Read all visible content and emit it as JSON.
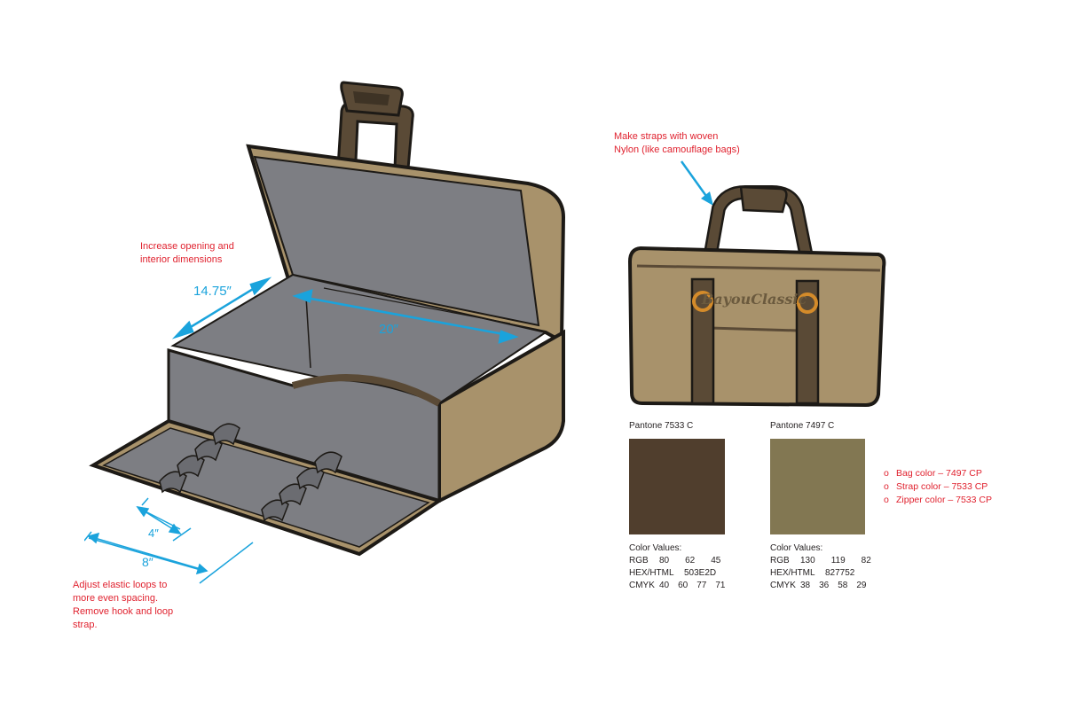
{
  "notes": {
    "opening": [
      "Increase opening and",
      "interior dimensions"
    ],
    "straps": [
      "Make straps with woven",
      "Nylon (like camouflage bags)"
    ],
    "elastic": [
      "Adjust elastic loops to",
      "more even spacing.",
      "Remove hook and loop",
      "strap."
    ]
  },
  "dimensions": {
    "depth": "14.75″",
    "width": "20″",
    "loop_small": "4″",
    "loop_large": "8″"
  },
  "bag_logo": "BayouClassic",
  "swatches": [
    {
      "name": "Pantone 7533 C",
      "color": "#503E2D",
      "values_title": "Color Values:",
      "rgb_label": "RGB",
      "rgb": [
        "80",
        "62",
        "45"
      ],
      "hex_label": "HEX/HTML",
      "hex": "503E2D",
      "cmyk_label": "CMYK",
      "cmyk": [
        "40",
        "60",
        "77",
        "71"
      ]
    },
    {
      "name": "Pantone 7497 C",
      "color": "#827752",
      "values_title": "Color Values:",
      "rgb_label": "RGB",
      "rgb": [
        "130",
        "119",
        "82"
      ],
      "hex_label": "HEX/HTML",
      "hex": "827752",
      "cmyk_label": "CMYK",
      "cmyk": [
        "38",
        "36",
        "58",
        "29"
      ]
    }
  ],
  "color_list": {
    "bullet": "o",
    "items": [
      "Bag color – 7497 CP",
      "Strap color – 7533 CP",
      "Zipper color – 7533 CP"
    ]
  },
  "colors": {
    "annotation_red": "#e0222f",
    "dimension_blue": "#1aa3dc",
    "canvas_tan": "#a8926b",
    "lining_gray": "#7d7e83",
    "strap_brown": "#5a4a36"
  }
}
